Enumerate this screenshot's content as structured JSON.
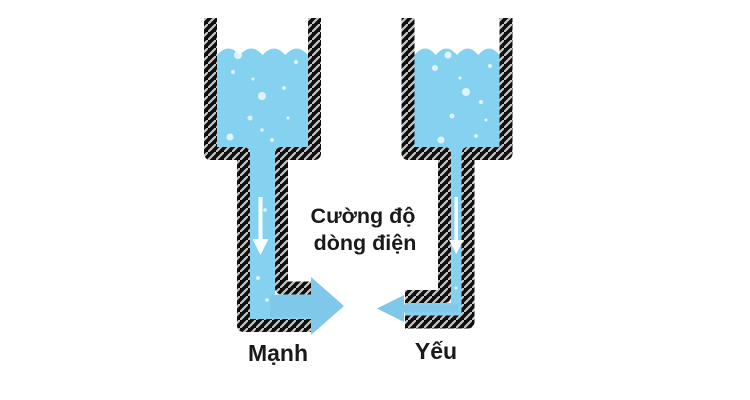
{
  "labels": {
    "center_line1": "Cường độ",
    "center_line2": "dòng điện",
    "left_vessel": "Mạnh",
    "right_vessel": "Yếu"
  },
  "colors": {
    "background": "#ffffff",
    "water": "#84D2F0",
    "arrow": "#7FC8EA",
    "wall": "#0f0f0f",
    "hatch": "#c9c9c9",
    "flow_arrow": "#ffffff",
    "text": "#1a1a1a"
  }
}
